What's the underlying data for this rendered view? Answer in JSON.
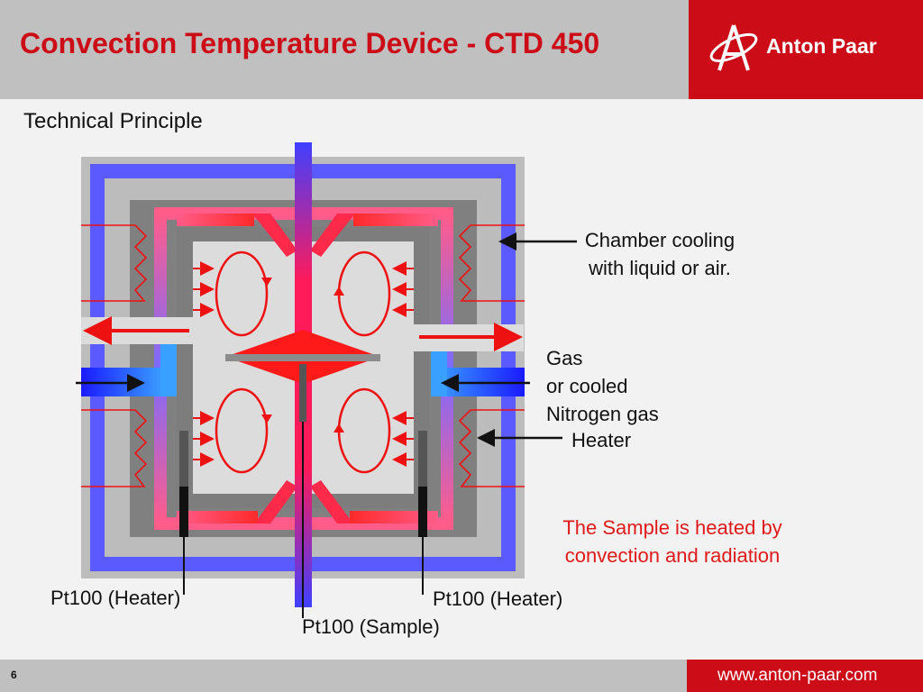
{
  "header": {
    "title": "Convection Temperature Device - CTD 450",
    "logo_text": "Anton Paar",
    "logo_icon": "anton-paar-logo-icon"
  },
  "subtitle": "Technical Principle",
  "labels": {
    "chamber_cooling_1": "Chamber cooling",
    "chamber_cooling_2": "with liquid or air.",
    "gas_1": "Gas",
    "gas_2": "or cooled",
    "gas_3": "Nitrogen gas",
    "heater": "Heater",
    "sample_heated_1": "The Sample is heated by",
    "sample_heated_2": "convection and radiation",
    "pt100_heater_left": "Pt100 (Heater)",
    "pt100_heater_right": "Pt100 (Heater)",
    "pt100_sample": "Pt100 (Sample)"
  },
  "colors": {
    "brand_red": "#cc0c17",
    "annotation_red": "#e01a1a",
    "cooling_blue": "#5a5aff",
    "heater_pink": "#ff5c8a"
  },
  "footer": {
    "page_number": "6",
    "url": "www.anton-paar.com"
  }
}
